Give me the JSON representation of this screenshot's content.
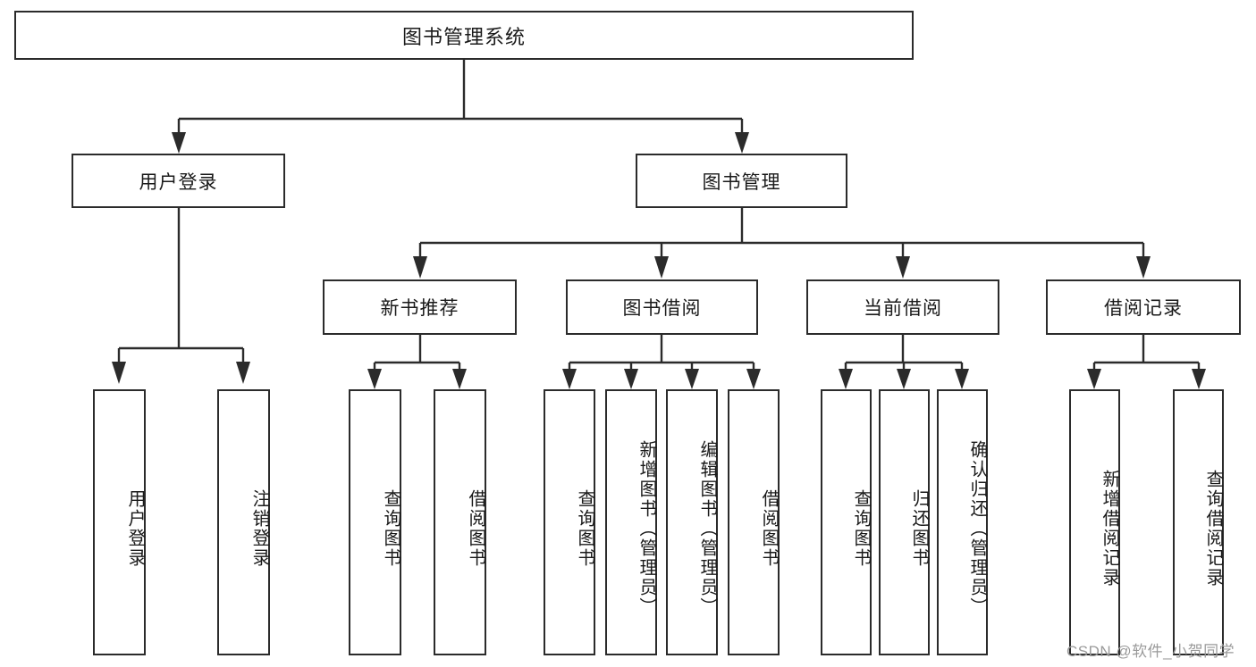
{
  "diagram": {
    "type": "tree",
    "title": "图书管理系统",
    "watermark": "CSDN @软件_小贺同学",
    "colors": {
      "stroke": "#2b2b2b",
      "background": "#ffffff",
      "text": "#1a1a1a",
      "watermark": "#9a9a9a"
    },
    "nodes": {
      "root": {
        "label": "图书管理系统"
      },
      "level2": [
        {
          "label": "用户登录"
        },
        {
          "label": "图书管理"
        }
      ],
      "level3": [
        {
          "label": "新书推荐"
        },
        {
          "label": "图书借阅"
        },
        {
          "label": "当前借阅"
        },
        {
          "label": "借阅记录"
        }
      ],
      "leaves_user_login": [
        {
          "label": "用户登录"
        },
        {
          "label": "注销登录"
        }
      ],
      "leaves_new_book": [
        {
          "label": "查询图书"
        },
        {
          "label": "借阅图书"
        }
      ],
      "leaves_borrow": [
        {
          "label": "查询图书"
        },
        {
          "label": "新增图书（管理员）"
        },
        {
          "label": "编辑图书（管理员）"
        },
        {
          "label": "借阅图书"
        }
      ],
      "leaves_current": [
        {
          "label": "查询图书"
        },
        {
          "label": "归还图书"
        },
        {
          "label": "确认归还（管理员）"
        }
      ],
      "leaves_records": [
        {
          "label": "新增借阅记录"
        },
        {
          "label": "查询借阅记录"
        }
      ]
    },
    "edges": [
      {
        "from": "图书管理系统",
        "to": "用户登录"
      },
      {
        "from": "图书管理系统",
        "to": "图书管理"
      },
      {
        "from": "用户登录",
        "to": "用户登录"
      },
      {
        "from": "用户登录",
        "to": "注销登录"
      },
      {
        "from": "图书管理",
        "to": "新书推荐"
      },
      {
        "from": "图书管理",
        "to": "图书借阅"
      },
      {
        "from": "图书管理",
        "to": "当前借阅"
      },
      {
        "from": "图书管理",
        "to": "借阅记录"
      },
      {
        "from": "新书推荐",
        "to": "查询图书"
      },
      {
        "from": "新书推荐",
        "to": "借阅图书"
      },
      {
        "from": "图书借阅",
        "to": "查询图书"
      },
      {
        "from": "图书借阅",
        "to": "新增图书（管理员）"
      },
      {
        "from": "图书借阅",
        "to": "编辑图书（管理员）"
      },
      {
        "from": "图书借阅",
        "to": "借阅图书"
      },
      {
        "from": "当前借阅",
        "to": "查询图书"
      },
      {
        "from": "当前借阅",
        "to": "归还图书"
      },
      {
        "from": "当前借阅",
        "to": "确认归还（管理员）"
      },
      {
        "from": "借阅记录",
        "to": "新增借阅记录"
      },
      {
        "from": "借阅记录",
        "to": "查询借阅记录"
      }
    ]
  }
}
